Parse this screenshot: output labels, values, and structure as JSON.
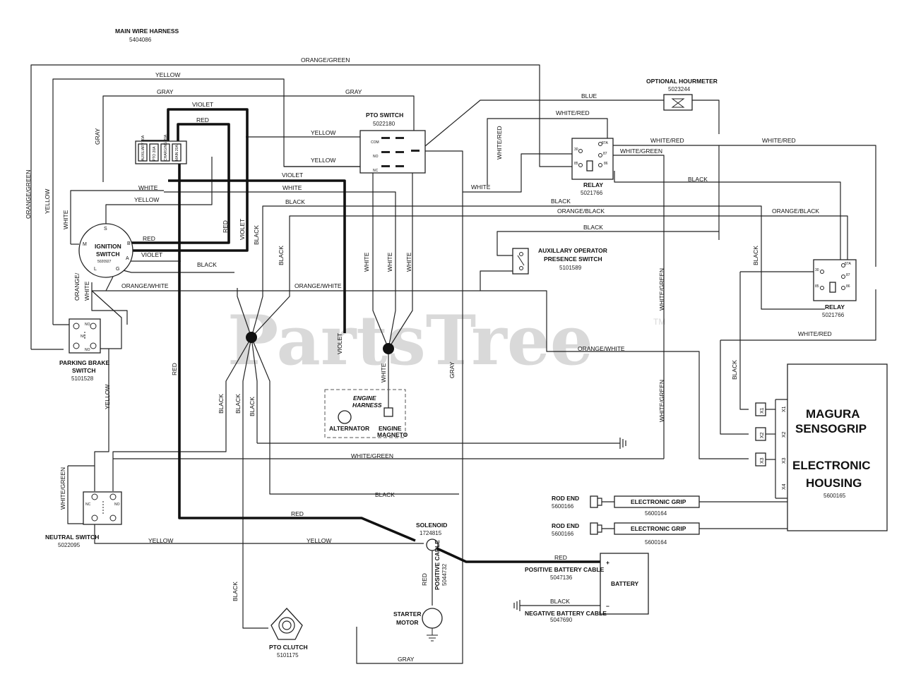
{
  "watermark": {
    "text": "PartsTree",
    "trademark": "TM"
  },
  "harness": {
    "title": "MAIN WIRE HARNESS",
    "part": "5404086"
  },
  "components": {
    "pto_switch": {
      "name": "PTO SWITCH",
      "part": "5022180",
      "terminals": [
        "COM",
        "NO",
        "NC"
      ]
    },
    "hourmeter": {
      "name": "OPTIONAL HOURMETER",
      "part": "5023244"
    },
    "relay_top": {
      "name": "RELAY",
      "part": "5021766",
      "pins": [
        "87A",
        "87",
        "30",
        "85",
        "86"
      ]
    },
    "relay_right": {
      "name": "RELAY",
      "part": "5021766",
      "pins": [
        "87A",
        "87",
        "30",
        "85",
        "86"
      ]
    },
    "ignition": {
      "name_line1": "IGNITION",
      "name_line2": "SWITCH",
      "part": "5020927",
      "terminals": [
        "S",
        "B",
        "M",
        "A",
        "L",
        "G"
      ]
    },
    "aux_switch": {
      "name_line1": "AUXILLARY OPERATOR",
      "name_line2": "PRESENCE SWITCH",
      "part": "5101589"
    },
    "parking_brake": {
      "name_line1": "PARKING BRAKE",
      "name_line2": "SWITCH",
      "part": "5101528",
      "contacts": [
        "NO",
        "NC",
        "NO"
      ]
    },
    "neutral_switch": {
      "name": "NEUTRAL SWITCH",
      "part": "5022095",
      "contacts": [
        "NC",
        "NO"
      ]
    },
    "engine_harness": {
      "name_line1": "ENGINE",
      "name_line2": "HARNESS",
      "alternator": "ALTERNATOR",
      "magneto_line1": "ENGINE",
      "magneto_line2": "MAGNETO"
    },
    "solenoid": {
      "name": "SOLENOID",
      "part": "1724815"
    },
    "positive_cable_vertical": {
      "name": "POSITIVE CABLE",
      "part": "5044732"
    },
    "starter": {
      "name_line1": "STARTER",
      "name_line2": "MOTOR"
    },
    "pto_clutch": {
      "name": "PTO CLUTCH",
      "part": "5101175"
    },
    "battery": {
      "name": "BATTERY",
      "plus": "+",
      "minus": "−"
    },
    "pos_battery_cable": {
      "name": "POSITIVE BATTERY CABLE",
      "part": "5047136"
    },
    "neg_battery_cable": {
      "name": "NEGATIVE BATTERY CABLE",
      "part": "5047690"
    },
    "fuse_block": {
      "fuses": [
        "AUXILIARY 20A",
        "PTO 20A",
        "CHARGING 20A",
        "MAIN 20A"
      ]
    },
    "magura": {
      "line1": "MAGURA",
      "line2": "SENSOGRIP",
      "line3": "ELECTRONIC",
      "line4": "HOUSING",
      "part": "5600165",
      "ports": [
        "X1",
        "X2",
        "X3",
        "X4"
      ]
    },
    "rod_end_1": {
      "name": "ROD END",
      "part": "5600166"
    },
    "rod_end_2": {
      "name": "ROD END",
      "part": "5600166"
    },
    "grip_1": {
      "name": "ELECTRONIC GRIP",
      "part": "5600164"
    },
    "grip_2": {
      "name": "ELECTRONIC GRIP",
      "part": "5600164"
    }
  },
  "wire_labels": {
    "orange_green_top": "ORANGE/GREEN",
    "yellow_top": "YELLOW",
    "gray_left_top": "GRAY",
    "gray_right_top": "GRAY",
    "violet_top": "VIOLET",
    "red_top": "RED",
    "yellow_pto_1": "YELLOW",
    "yellow_pto_2": "YELLOW",
    "blue": "BLUE",
    "white_red_1": "WHITE/RED",
    "white_red_2": "WHITE/RED",
    "white_red_3": "WHITE/RED",
    "white_red_vert": "WHITE/RED",
    "white_red_right": "WHITE/RED",
    "white_green_relay": "WHITE/GREEN",
    "violet_mid": "VIOLET",
    "white_mid_1": "WHITE",
    "white_mid_2": "WHITE",
    "white_mid_3": "WHITE",
    "yellow_mid": "YELLOW",
    "black_mid_1": "BLACK",
    "black_mid_2": "BLACK",
    "black_relay": "BLACK",
    "orange_black_1": "ORANGE/BLACK",
    "orange_black_2": "ORANGE/BLACK",
    "black_row": "BLACK",
    "red_ign": "RED",
    "violet_ign": "VIOLET",
    "black_ign": "BLACK",
    "orange_white_1": "ORANGE/WHITE",
    "orange_white_2": "ORANGE/WHITE",
    "orange_white_3": "ORANGE/WHITE",
    "orange_white_vert": "ORANGE/\nWHITE",
    "gray_vert": "GRAY",
    "orange_green_vert": "ORANGE/GREEN",
    "yellow_vert_left": "YELLOW",
    "white_vert_left": "WHITE",
    "red_vert_1": "RED",
    "violet_vert_1": "VIOLET",
    "black_vert_1": "BLACK",
    "black_vert_2": "BLACK",
    "white_vert_1": "WHITE",
    "white_vert_2": "WHITE",
    "white_vert_3": "WHITE",
    "violet_vert_eng": "VIOLET",
    "white_vert_eng": "WHITE",
    "gray_vert_right": "GRAY",
    "white_green_vert_1": "WHITE/GREEN",
    "white_green_vert_2": "WHITE/GREEN",
    "black_vert_right": "BLACK",
    "black_vert_relay": "BLACK",
    "red_long": "RED",
    "black_v_a": "BLACK",
    "black_v_b": "BLACK",
    "black_v_c": "BLACK",
    "yellow_vert_2": "YELLOW",
    "white_green_row": "WHITE/GREEN",
    "white_green_left": "WHITE/GREEN",
    "black_row_2": "BLACK",
    "red_solenoid": "RED",
    "yellow_bot_1": "YELLOW",
    "yellow_bot_2": "YELLOW",
    "red_battery": "RED",
    "black_battery": "BLACK",
    "black_vert_bot": "BLACK",
    "gray_bot": "GRAY",
    "red_starter": "RED"
  }
}
